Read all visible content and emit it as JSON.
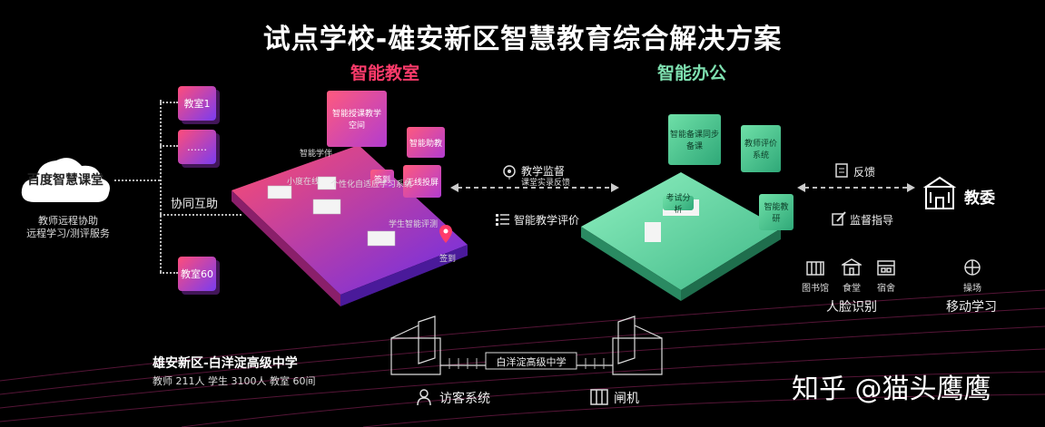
{
  "title": "试点学校-雄安新区智慧教育综合解决方案",
  "sections": {
    "classroom": "智能教室",
    "office": "智能办公"
  },
  "cloud": {
    "label": "百度智慧课堂",
    "sub1": "教师远程协助",
    "sub2": "远程学习/测评服务"
  },
  "rooms": [
    "教室1",
    "……",
    "教室60"
  ],
  "collab_label": "协同互助",
  "classroom_cards": [
    "智能授课教学空间",
    "智能助教",
    "无线投屏",
    "签到"
  ],
  "classroom_labels": [
    "智能学伴",
    "个性化自适应学习系统",
    "学生智能评测",
    "小度在线",
    "签到"
  ],
  "middle": {
    "supervision": "教学监督",
    "supervision_sub": "课堂实录反馈",
    "evaluation": "智能教学评价"
  },
  "office_cards": [
    "智能备课同步备课",
    "教师评价系统",
    "智能教研",
    "考试分析"
  ],
  "right": {
    "feedback": "反馈",
    "guidance": "监督指导",
    "bureau": "教委"
  },
  "facilities": [
    "图书馆",
    "食堂",
    "宿舍",
    "操场"
  ],
  "face_label": "人脸识别",
  "mobile_label": "移动学习",
  "school": {
    "name": "雄安新区-白洋淀高级中学",
    "stats": "教师 211人  学生 3100人 教室 60间",
    "gate_sign": "白洋淀高级中学"
  },
  "bottom": {
    "visitor": "访客系统",
    "gate": "闸机"
  },
  "watermark": "知乎 @猫头鹰鹰",
  "colors": {
    "accent_red": "#ff3b6b",
    "accent_green": "#7ee0b0",
    "background": "#000000"
  }
}
